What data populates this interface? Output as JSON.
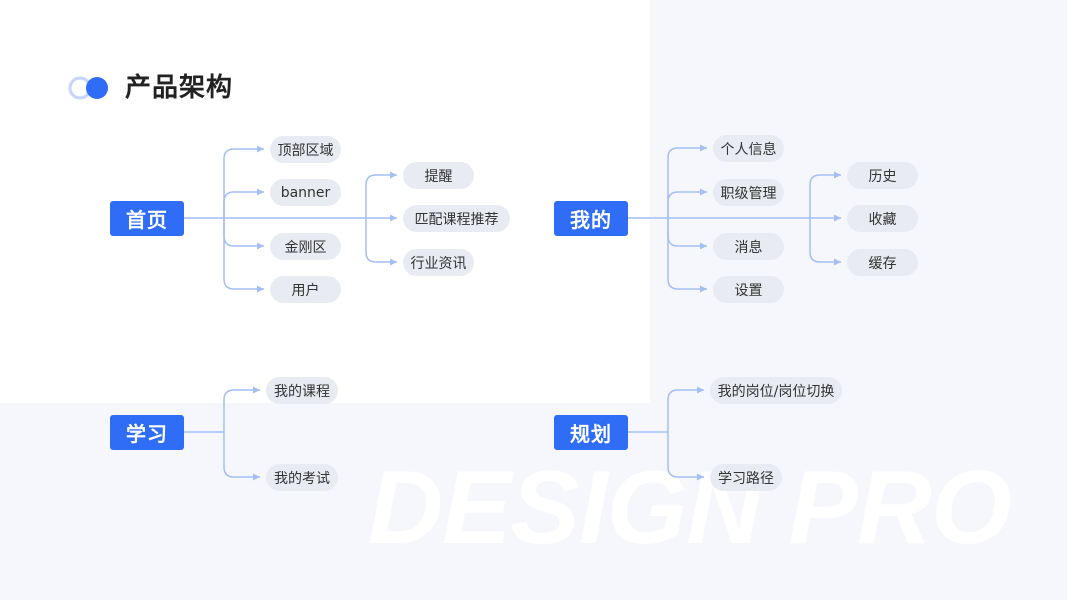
{
  "title": "产品架构",
  "watermark": "DESIGN PRO",
  "colors": {
    "primary": "#2f6df6",
    "pill_background": "#e8ebf2",
    "connector": "#a3bff5",
    "panel_background": "#f5f7fc"
  },
  "sections": [
    {
      "label": "首页",
      "children": [
        "顶部区域",
        "banner",
        "金刚区",
        "用户"
      ],
      "sub_children": [
        "提醒",
        "匹配课程推荐",
        "行业资讯"
      ]
    },
    {
      "label": "我的",
      "children": [
        "个人信息",
        "职级管理",
        "消息",
        "设置"
      ],
      "sub_children": [
        "历史",
        "收藏",
        "缓存"
      ]
    },
    {
      "label": "学习",
      "children": [
        "我的课程",
        "我的考试"
      ]
    },
    {
      "label": "规划",
      "children": [
        "我的岗位/岗位切换",
        "学习路径"
      ]
    }
  ]
}
